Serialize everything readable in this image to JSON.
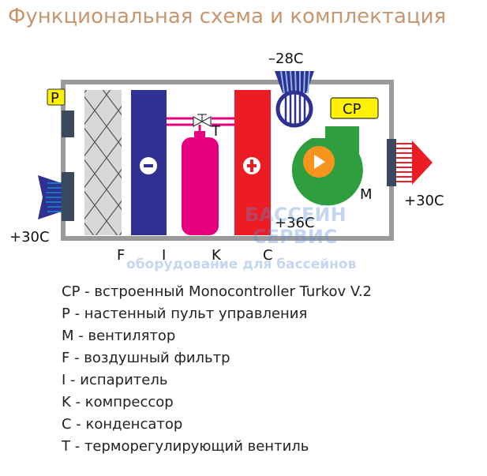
{
  "title": "Функциональная схема и комплектация",
  "labels": {
    "cp": "CP",
    "p": "P",
    "m": "M",
    "temp_outside": "–28C",
    "temp_inlet": "+30C",
    "temp_outlet": "+30C",
    "temp_condenser": "+36C",
    "t": "T",
    "f": "F",
    "i": "I",
    "k": "K",
    "c": "C"
  },
  "watermark": {
    "line1": "БАССЕЙН",
    "line2": "СЕРВИС",
    "line3": "оборудование для бассейнов"
  },
  "legend": [
    "CP - встроенный Monocontroller Turkov V.2",
    "P - настенный пульт управления",
    "M - вентилятор",
    "F - воздушный фильтр",
    "I - испаритель",
    "K - компрессор",
    "C - конденсатор",
    "T - терморегулирующий вентиль"
  ],
  "colors": {
    "title": "#c8956c",
    "casing": "#9a9a9a",
    "filter": "#d8d8d8",
    "evaporator": "#2e3192",
    "compressor": "#e6007e",
    "condenser": "#ed1c24",
    "fan": "#2e9e3e",
    "fan_center": "#f7941d",
    "badge": "#fff200",
    "cold_air": "#2e3192",
    "warm_air": "#ed1c24"
  }
}
